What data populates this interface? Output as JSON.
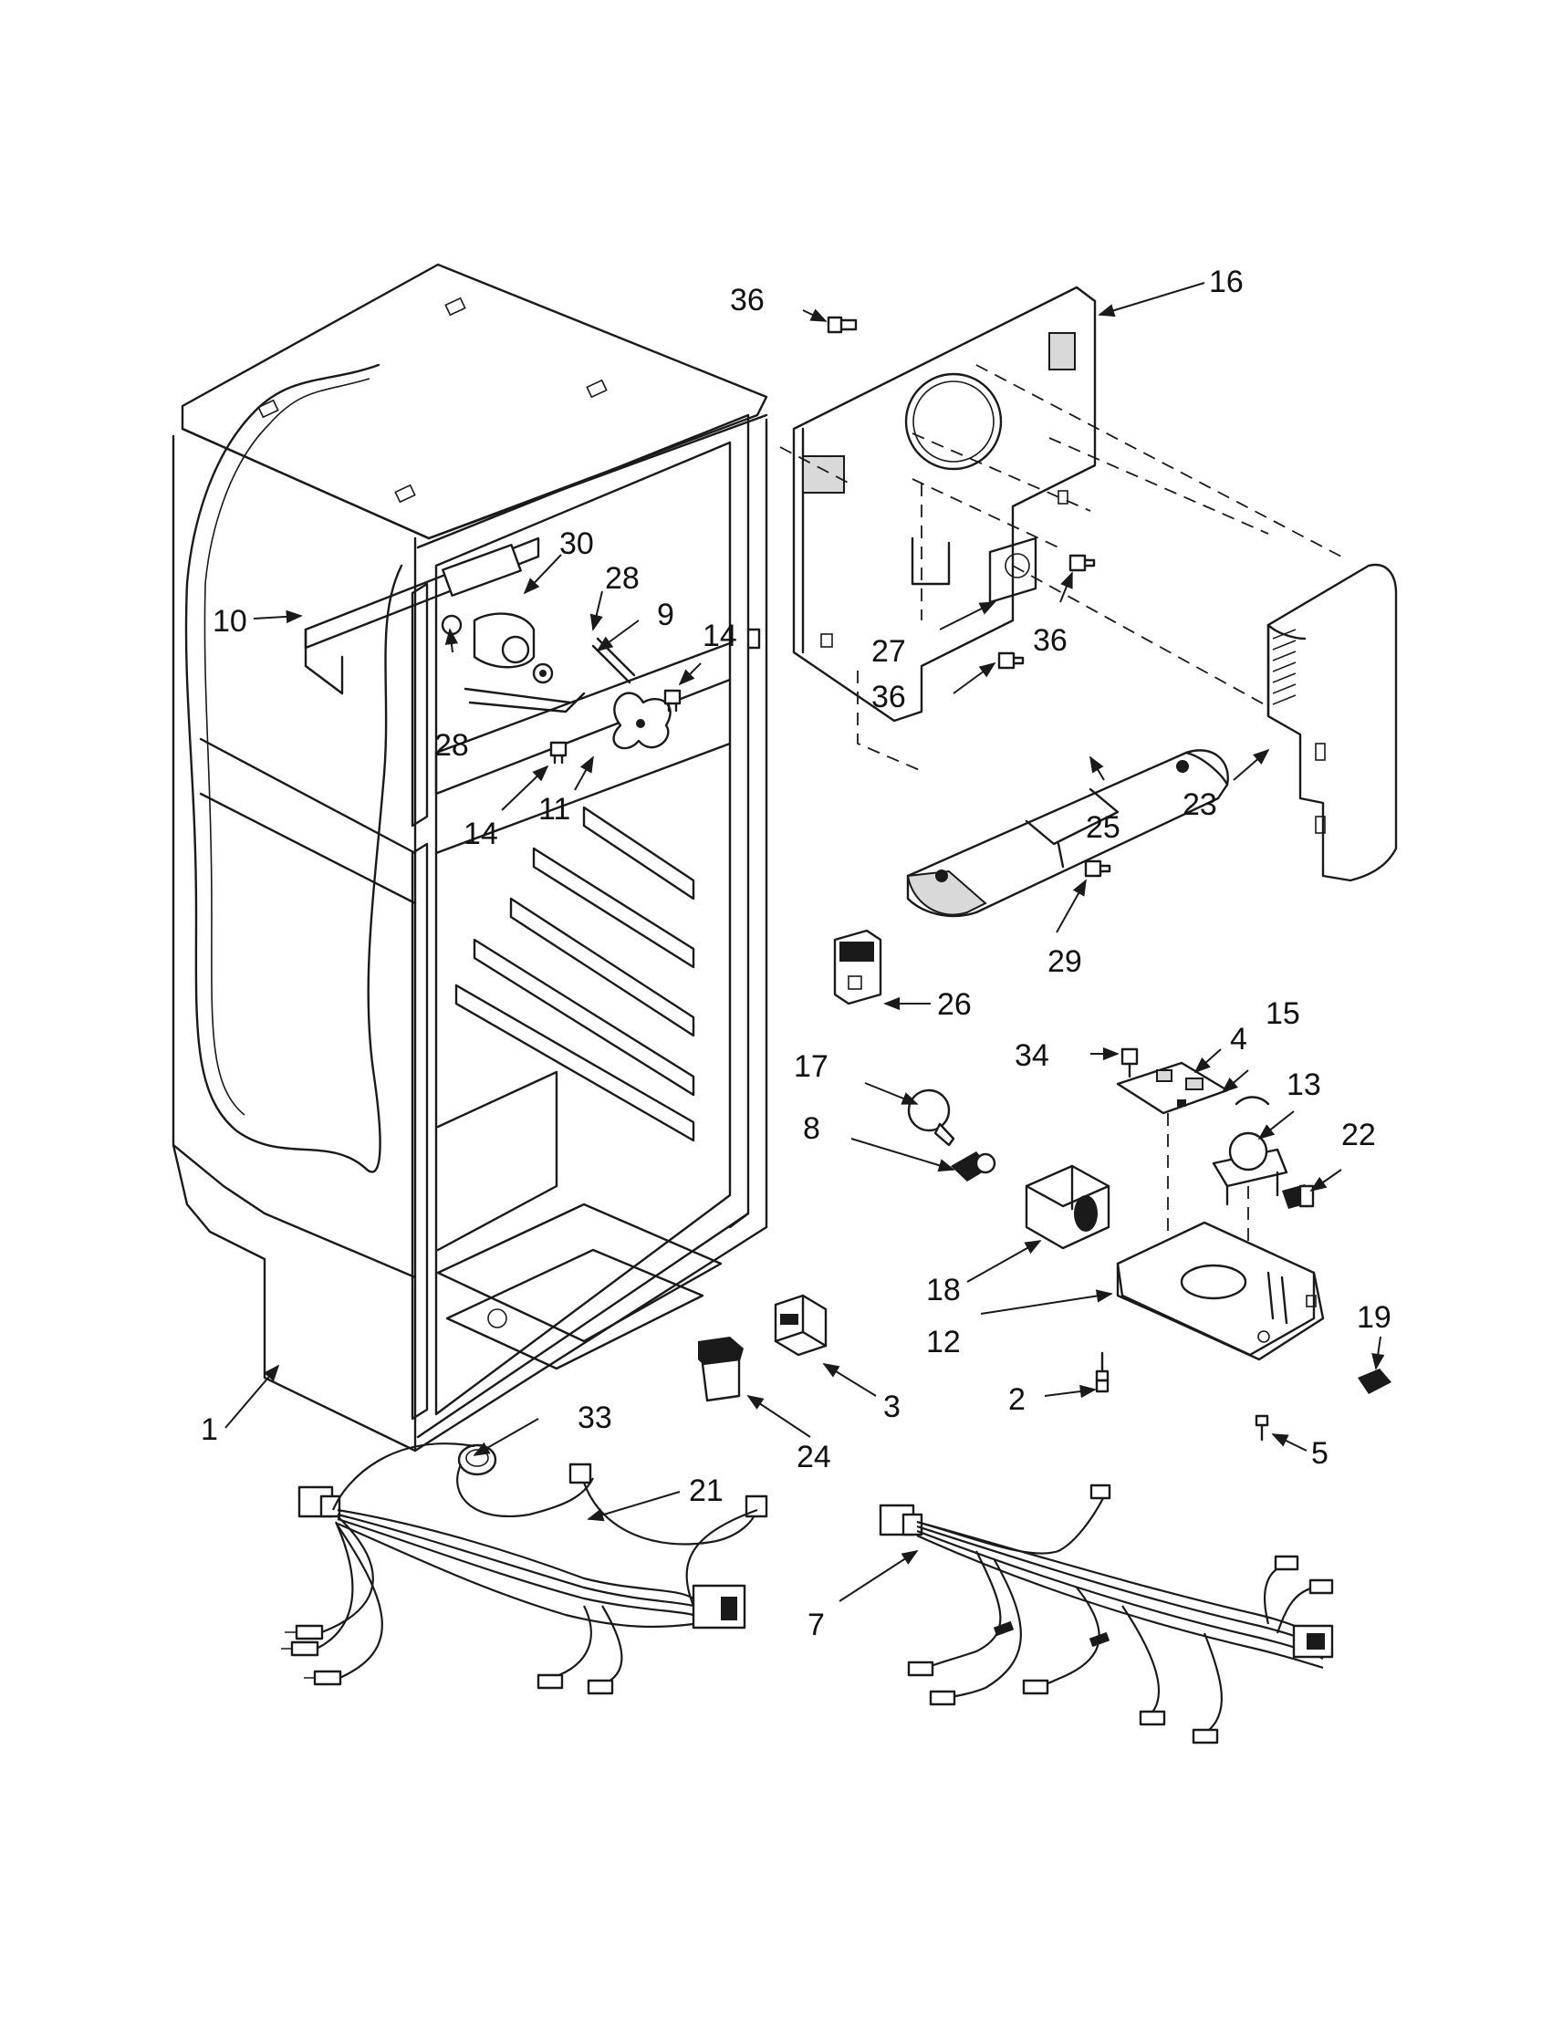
{
  "part_numbers": {
    "p1": "1",
    "p2": "2",
    "p3": "3",
    "p4": "4",
    "p5": "5",
    "p7": "7",
    "p8": "8",
    "p9": "9",
    "p10": "10",
    "p11": "11",
    "p12": "12",
    "p13": "13",
    "p14a": "14",
    "p14b": "14",
    "p15": "15",
    "p16": "16",
    "p17": "17",
    "p18": "18",
    "p19": "19",
    "p21": "21",
    "p22": "22",
    "p23": "23",
    "p24": "24",
    "p25": "25",
    "p26": "26",
    "p27": "27",
    "p28a": "28",
    "p28b": "28",
    "p29": "29",
    "p30": "30",
    "p33": "33",
    "p34": "34",
    "p36a": "36",
    "p36b": "36",
    "p36c": "36"
  }
}
